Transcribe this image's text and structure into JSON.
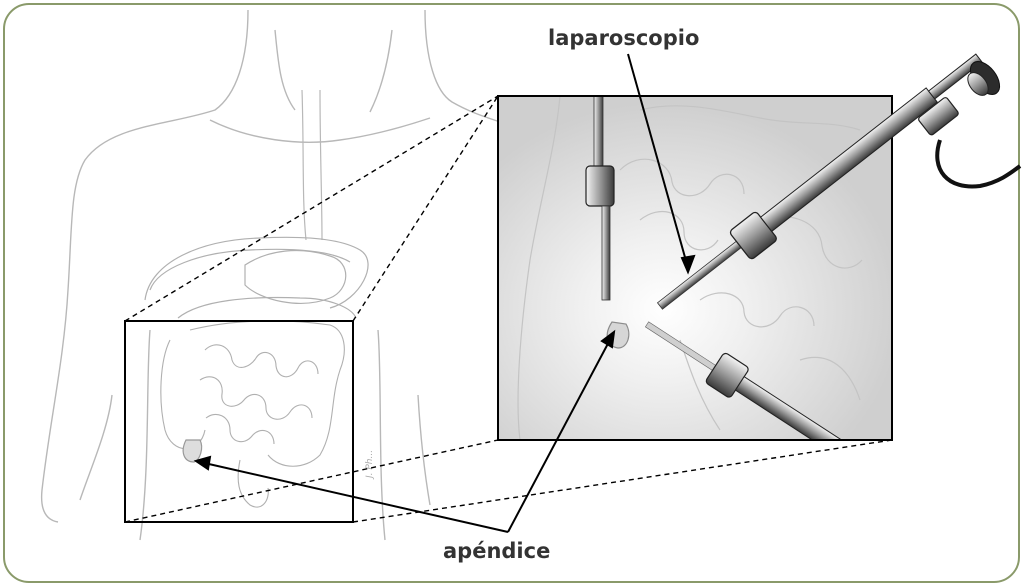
{
  "labels": {
    "laparoscope": "laparoscopio",
    "appendix": "apéndice"
  },
  "signature": "J. Ph...",
  "colors": {
    "frame_border": "#8a9a6a",
    "outline": "#b8b8b8",
    "label_text": "#333333",
    "inset_background": "#e8e8e8"
  }
}
